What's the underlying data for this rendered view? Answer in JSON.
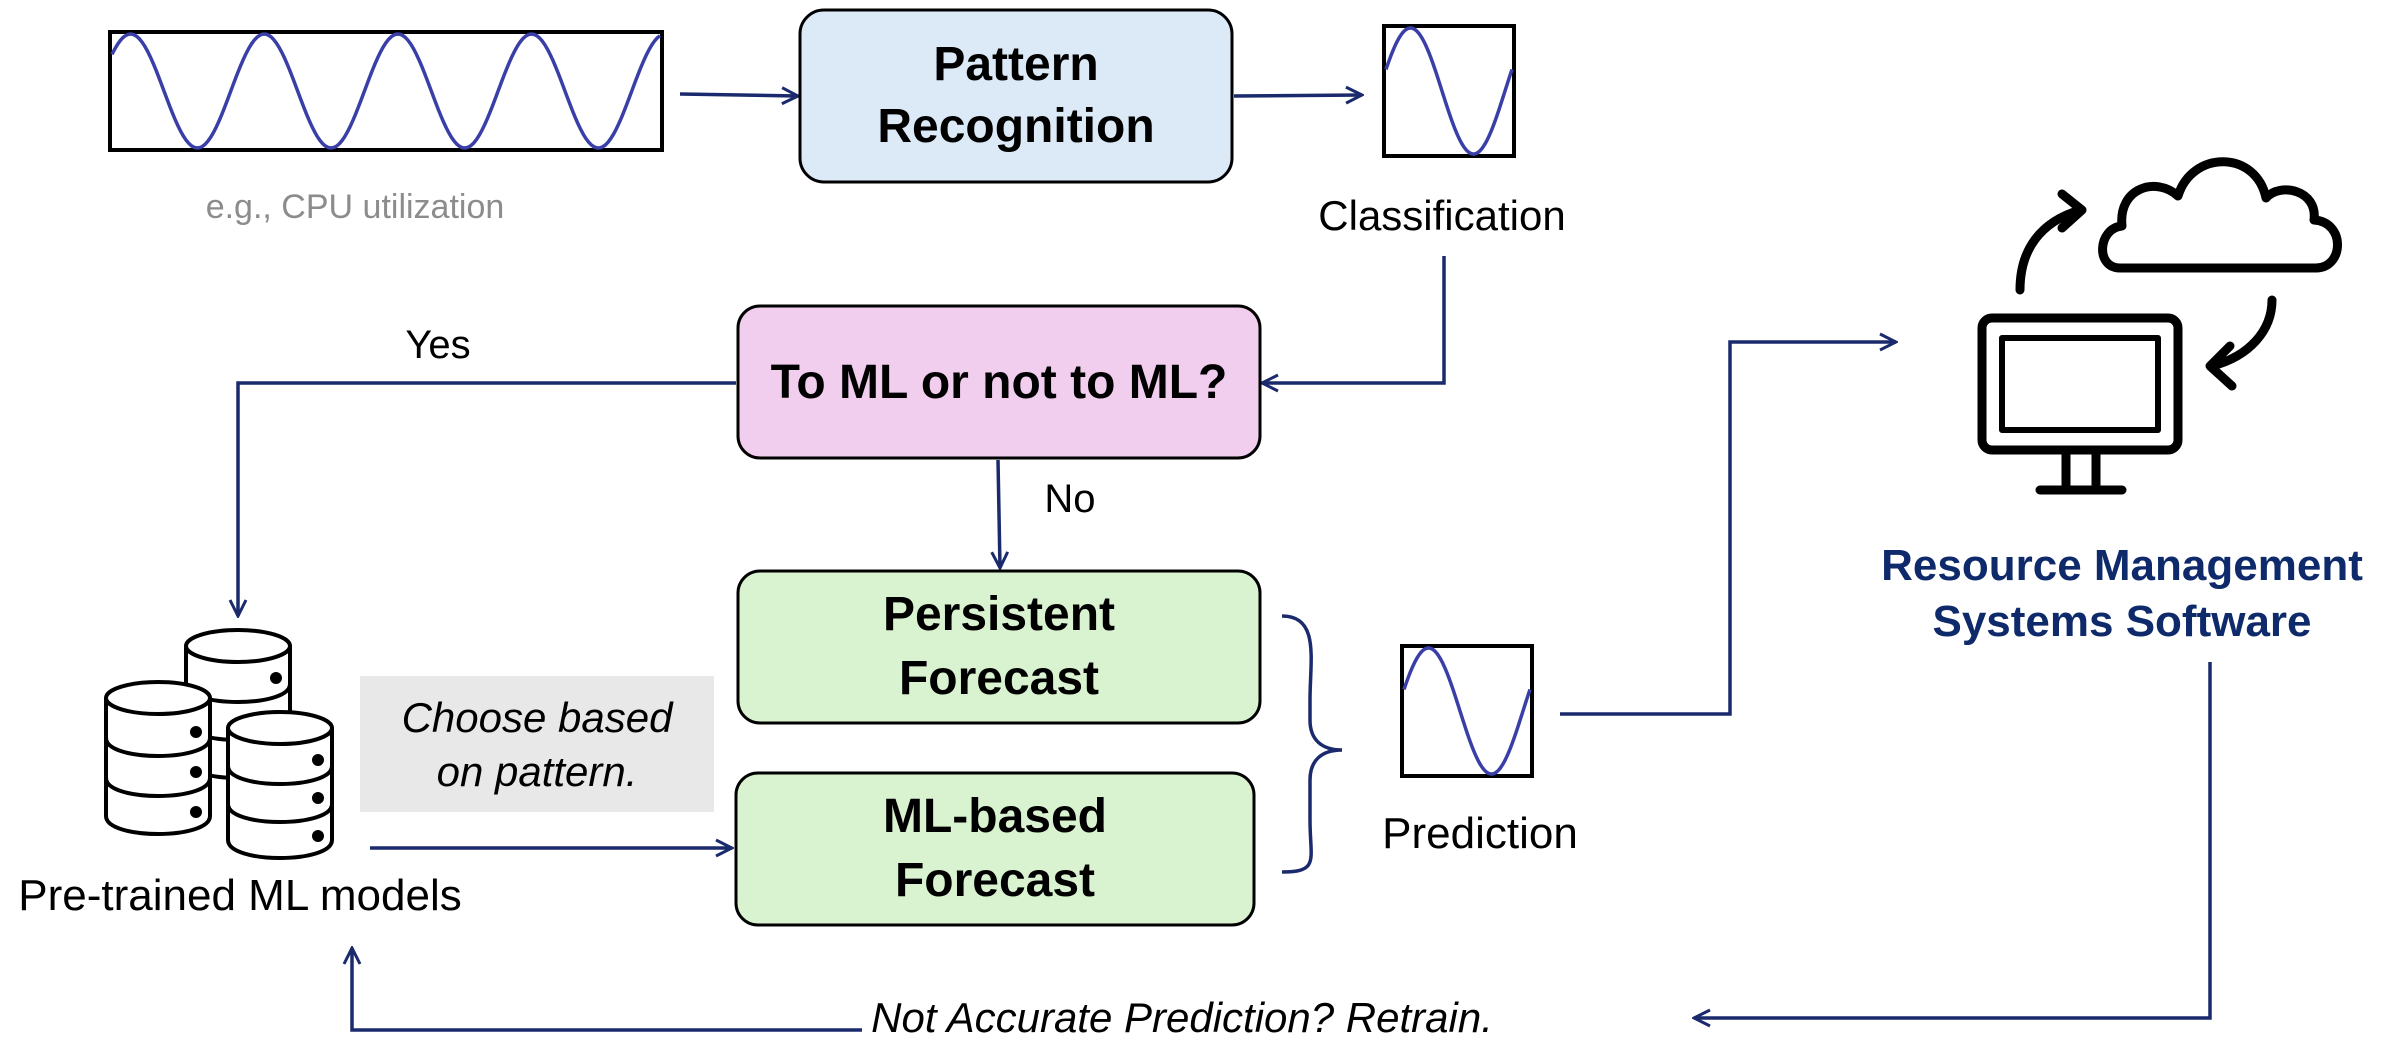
{
  "signal": {
    "example_label": "e.g., CPU utilization"
  },
  "nodes": {
    "pattern_recognition": {
      "line1": "Pattern",
      "line2": "Recognition"
    },
    "classification_label": "Classification",
    "decision": {
      "label": "To ML or not to ML?"
    },
    "persistent_forecast": {
      "line1": "Persistent",
      "line2": "Forecast"
    },
    "ml_forecast": {
      "line1": "ML-based",
      "line2": "Forecast"
    },
    "prediction_label": "Prediction",
    "models_label": "Pre-trained ML models",
    "note": {
      "line1": "Choose based",
      "line2": "on pattern."
    },
    "rms": {
      "line1": "Resource Management",
      "line2": "Systems Software"
    }
  },
  "edges": {
    "yes_label": "Yes",
    "no_label": "No",
    "retrain_label": "Not Accurate Prediction? Retrain."
  },
  "colors": {
    "arrow": "#1a2a6c",
    "wave": "#3a3fa8",
    "pattern_fill": "#dce9f6",
    "decision_fill": "#f1cdee",
    "forecast_fill": "#d9f2d0",
    "note_fill": "#e8e8e8",
    "rms_text": "#0e2a6b",
    "muted_text": "#8c8c8c"
  },
  "icons": {
    "databases": "database-stack-icon",
    "computer_cloud": "computer-cloud-sync-icon"
  }
}
